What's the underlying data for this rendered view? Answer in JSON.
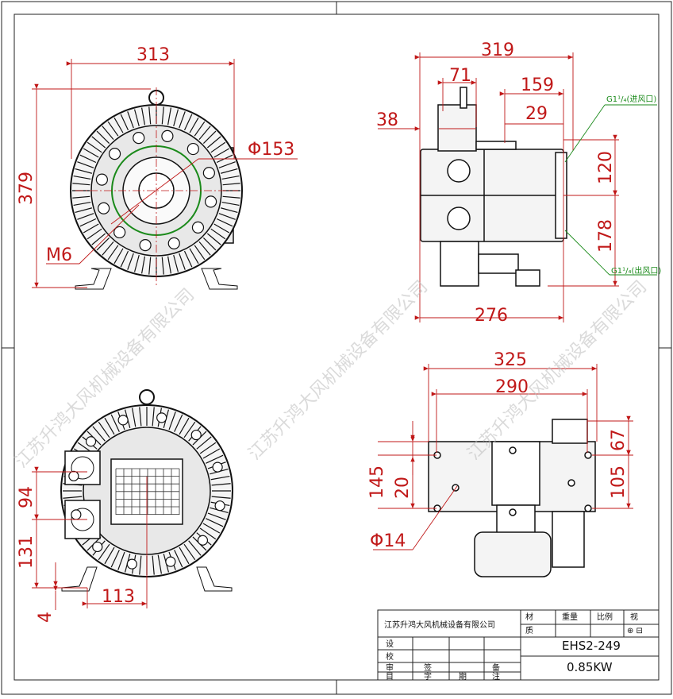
{
  "dims": {
    "front": {
      "width": "313",
      "height": "379",
      "pcd": "Φ153",
      "thread": "M6"
    },
    "side": {
      "overall": "319",
      "d71": "71",
      "d159": "159",
      "d29": "29",
      "d38": "38",
      "d120": "120",
      "d178": "178",
      "d276": "276"
    },
    "rear": {
      "d94": "94",
      "d131": "131",
      "d4": "4",
      "d113": "113"
    },
    "bottom": {
      "d325": "325",
      "d290": "290",
      "d145": "145",
      "d20": "20",
      "d67": "67",
      "d105": "105",
      "hole": "Φ14"
    }
  },
  "ports": {
    "inlet": "G1¹/₄(进风口)",
    "outlet": "G1¹/₄(出风口)"
  },
  "watermark": "江苏升鸿大风机械设备有限公司",
  "title_block": {
    "company": "江苏升鸿大风机械设备有限公司",
    "material": "材",
    "quality": "质",
    "weight": "重量",
    "scale": "比例",
    "view": "视",
    "projection": "⊕ ⊟",
    "model": "EHS2-249",
    "power": "0.85KW",
    "design": "设",
    "check": "校",
    "drawn": "审",
    "sign": "签",
    "remark": "备",
    "item": "目",
    "char": "字",
    "date": "期",
    "note": "注"
  }
}
